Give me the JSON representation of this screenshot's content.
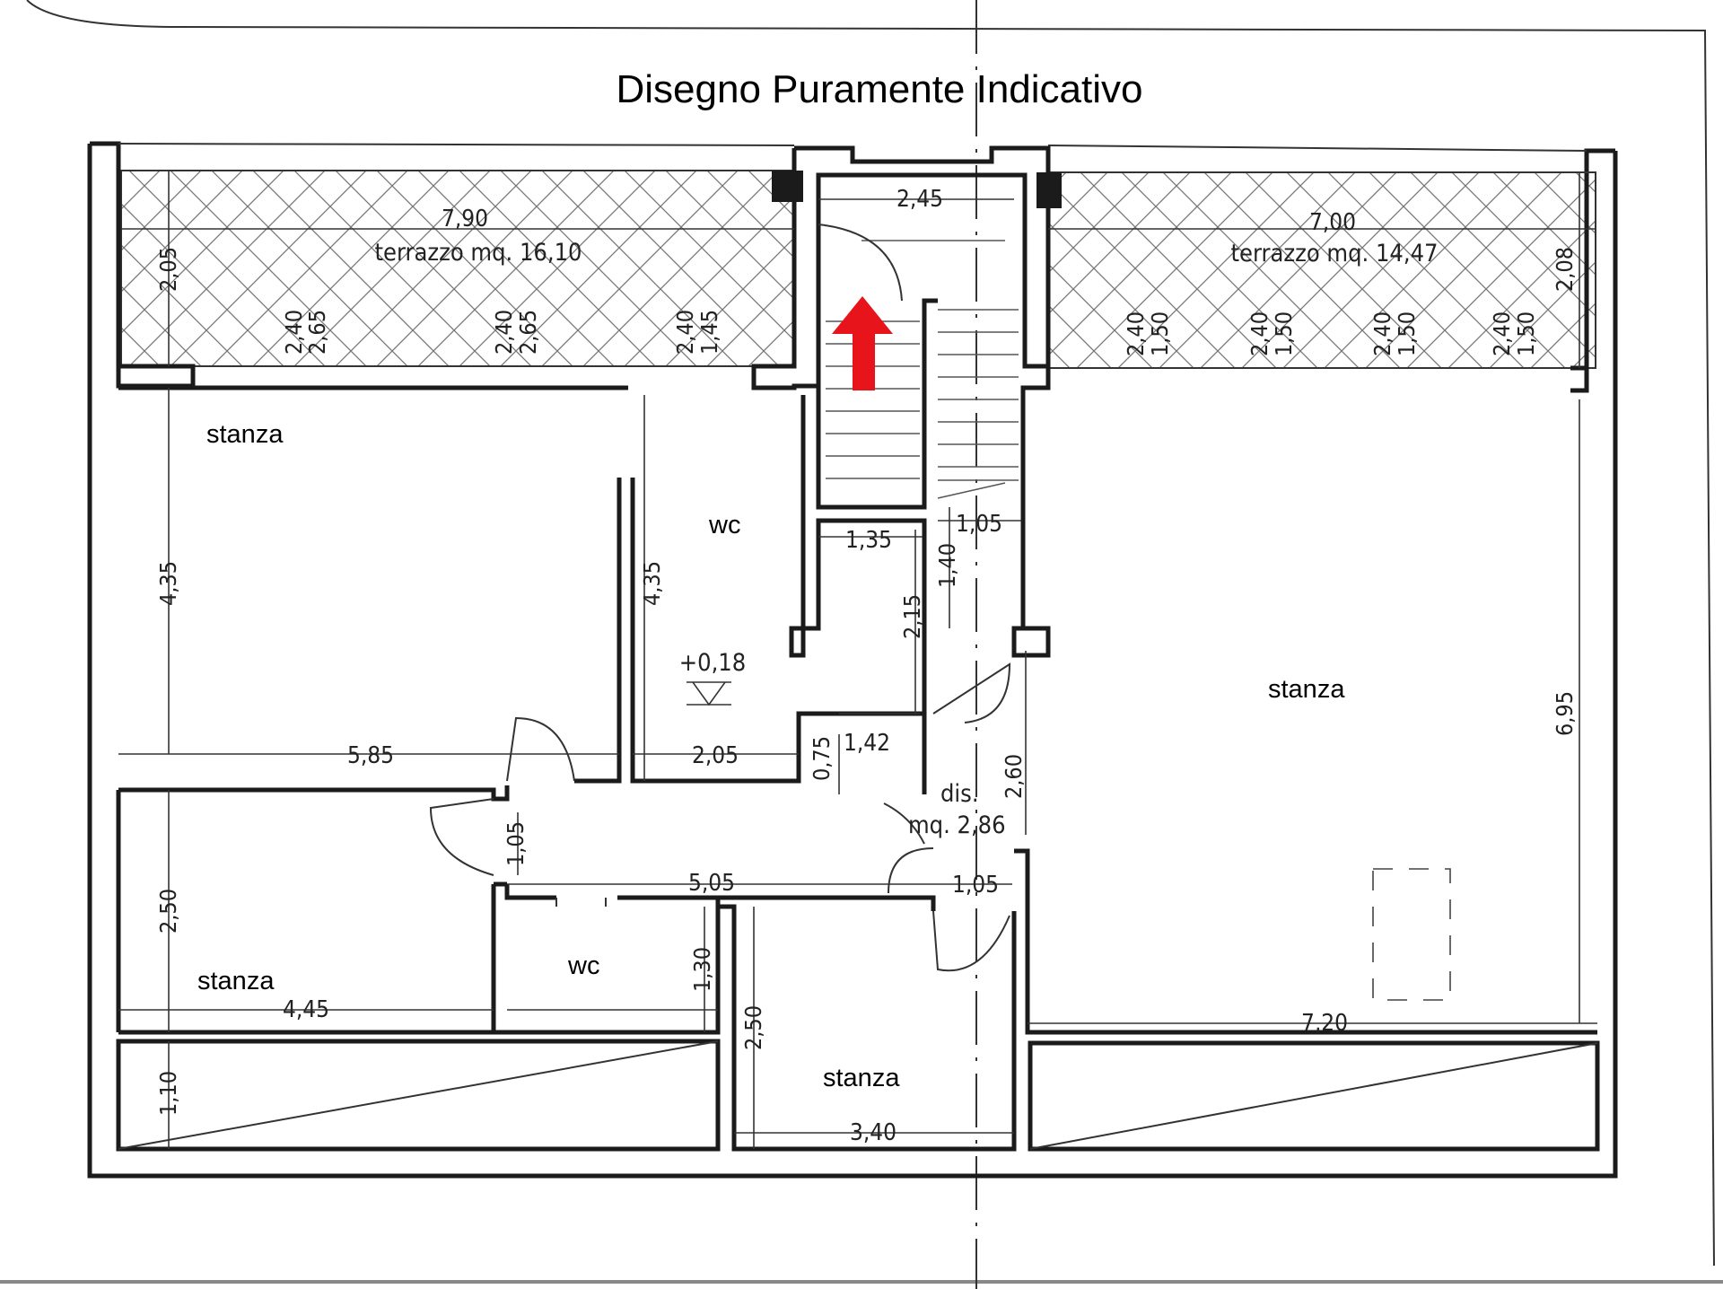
{
  "title": "Disegno Puramente Indicativo",
  "rooms": {
    "stanza_top_left": "stanza",
    "wc_center": "wc",
    "stanza_right": "stanza",
    "stanza_bottom_left": "stanza",
    "wc_bottom": "wc",
    "stanza_bottom_center": "stanza"
  },
  "terraces": {
    "left": {
      "width": "7,90",
      "label": "terrazzo mq. 16,10",
      "depth": "2,05",
      "heights": [
        "2,40",
        "2,65",
        "2,40",
        "2,65",
        "2,40",
        "1,45"
      ]
    },
    "right": {
      "width": "7,00",
      "label": "terrazzo mq. 14,47",
      "depth": "2,08",
      "heights": [
        "2,40",
        "1,50",
        "2,40",
        "1,50",
        "2,40",
        "1,50",
        "2,40",
        "1,50"
      ]
    }
  },
  "stair": {
    "width": "2,45"
  },
  "dimensions": {
    "d_135": "1,35",
    "d_105_top": "1,05",
    "d_140": "1,40",
    "d_215": "2,15",
    "d_435_left": "4,35",
    "d_435_wc": "4,35",
    "d_585": "5,85",
    "d_205": "2,05",
    "d_075": "0,75",
    "d_142": "1,42",
    "d_260": "2,60",
    "d_695": "6,95",
    "d_105_door": "1,05",
    "d_505": "5,05",
    "d_105_right": "1,05",
    "d_250_left": "2,50",
    "d_445": "4,45",
    "d_130": "1,30",
    "d_250_center": "2,50",
    "d_110": "1,10",
    "d_340": "3,40",
    "d_720": "7,20"
  },
  "level_mark": "+0,18",
  "disimpegno": {
    "line1": "dis.",
    "line2": "mq. 2,86"
  },
  "accent_color": "#e8141b"
}
